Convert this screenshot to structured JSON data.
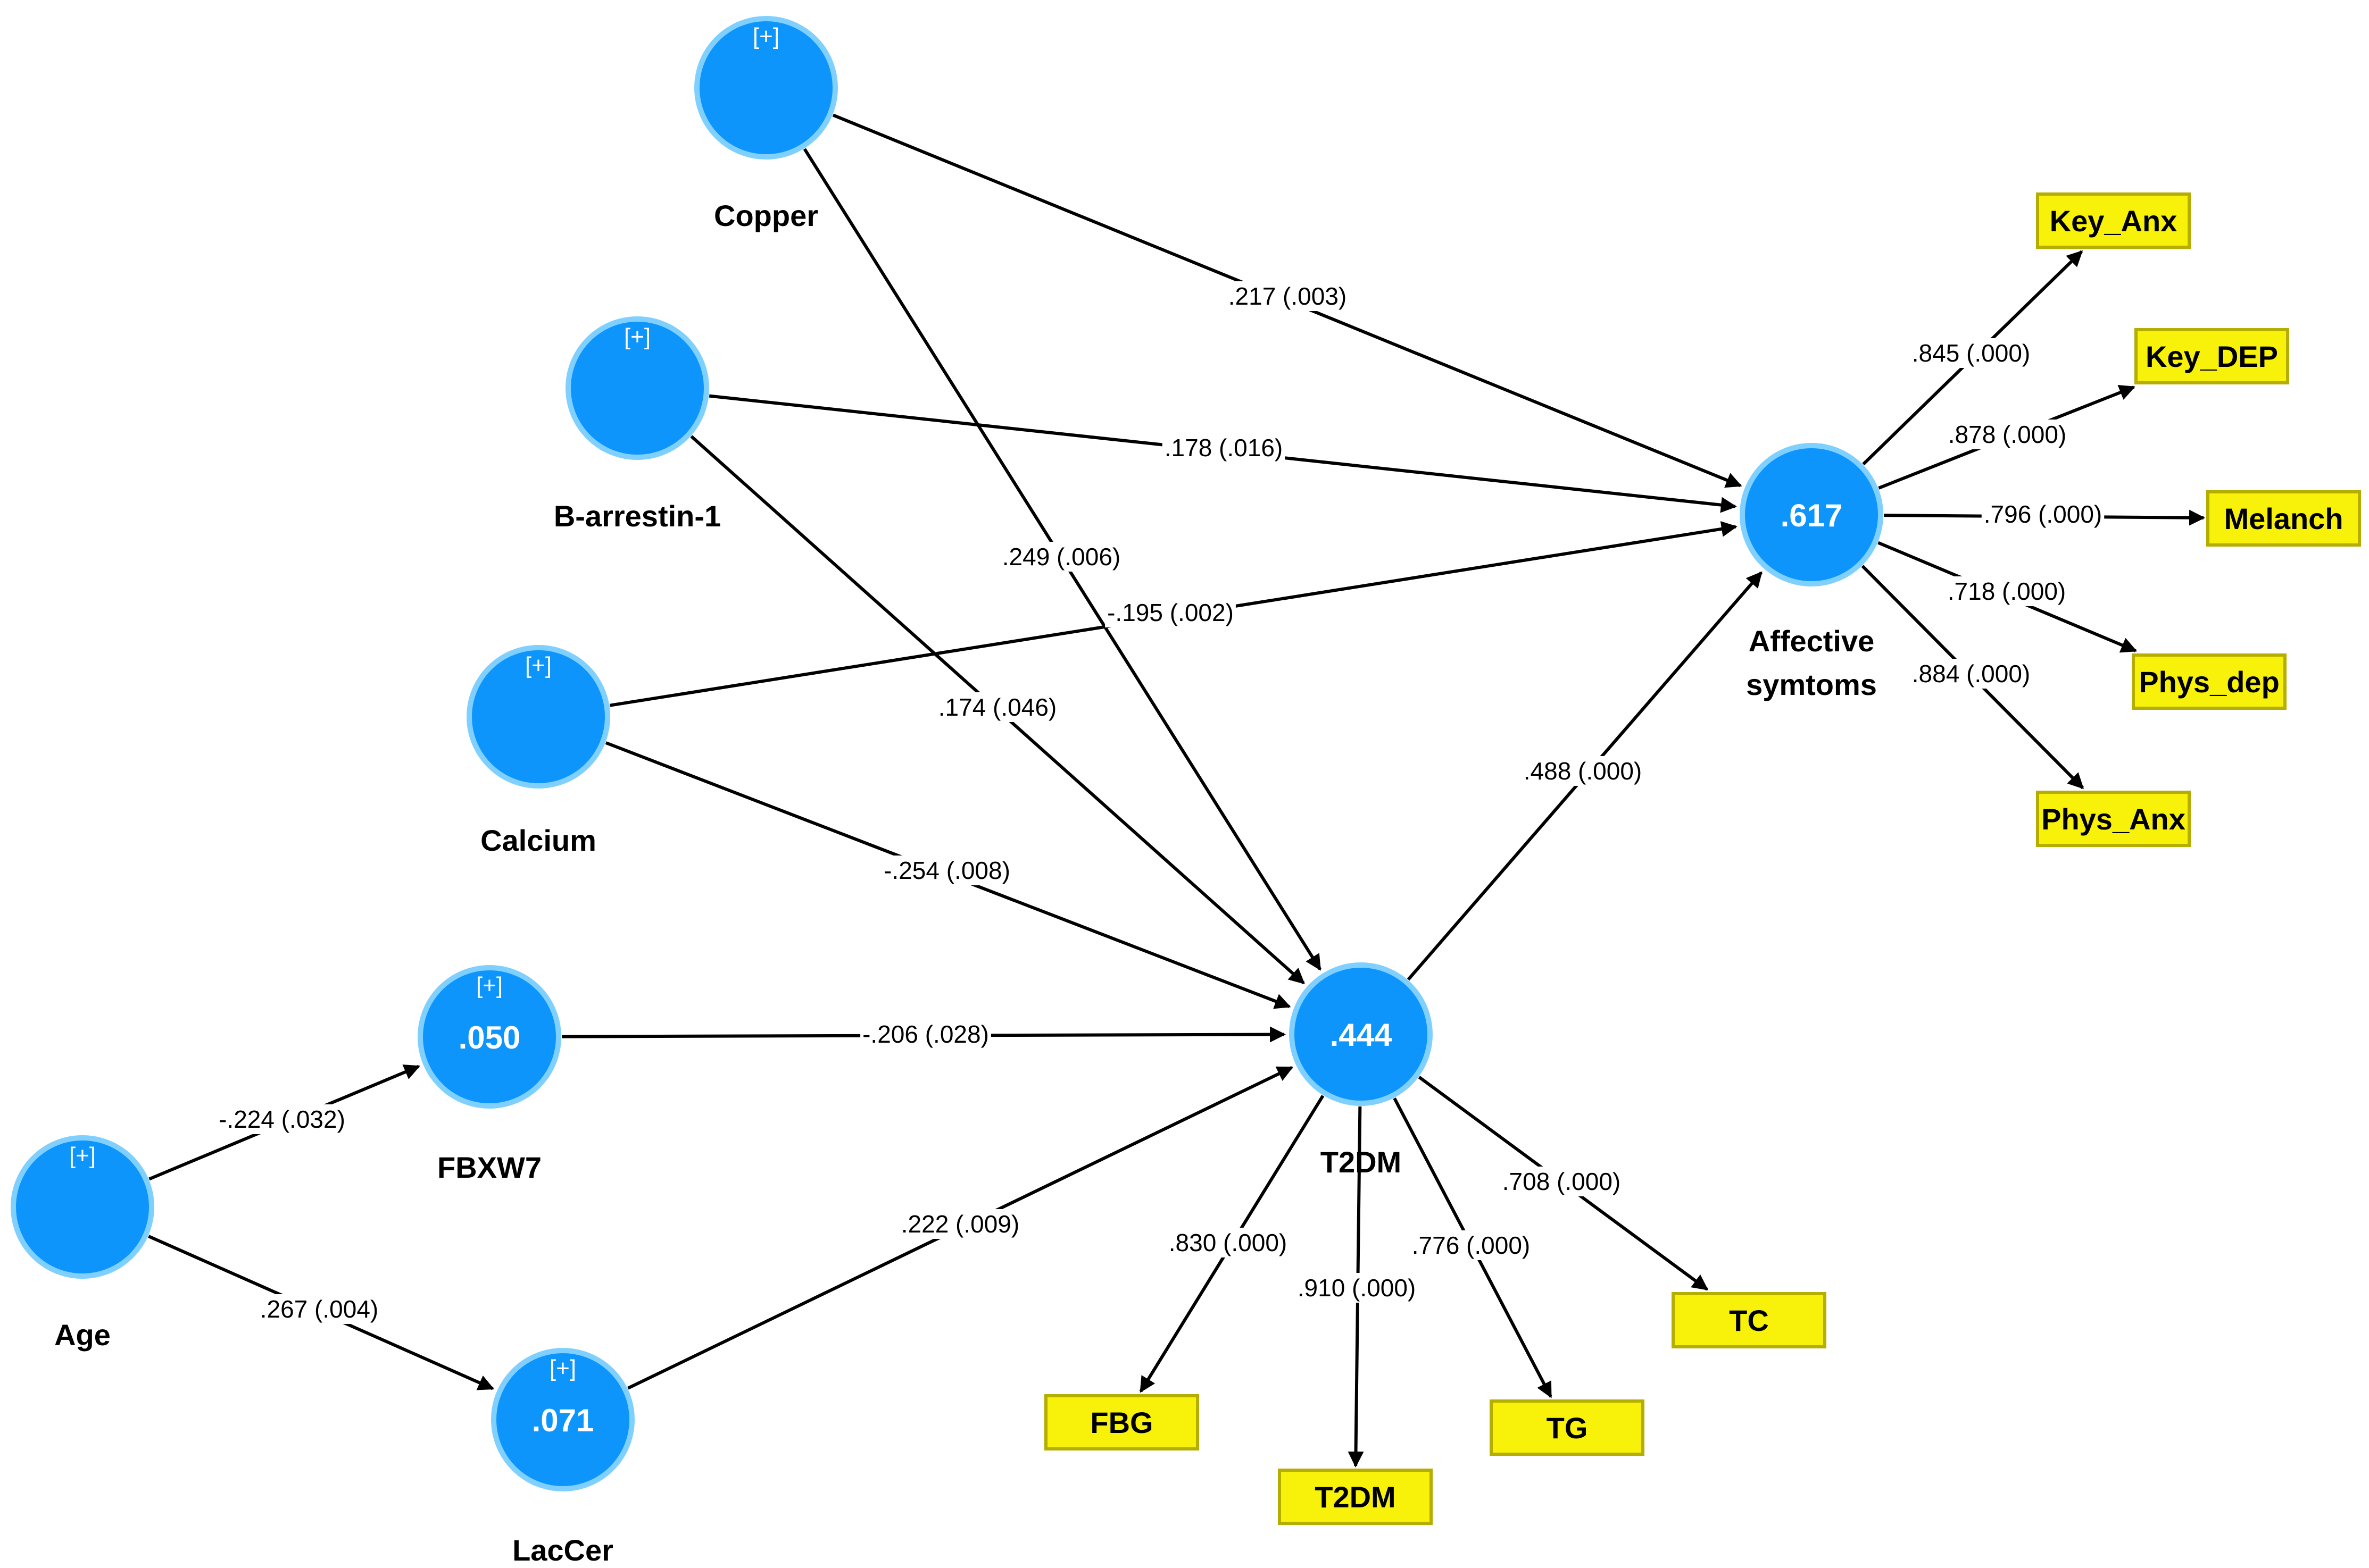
{
  "constructs": [
    {
      "id": "copper",
      "name": [
        "Copper"
      ],
      "value": "",
      "plus": "[+]"
    },
    {
      "id": "barrestin",
      "name": [
        "B-arrestin-1"
      ],
      "value": "",
      "plus": "[+]"
    },
    {
      "id": "calcium",
      "name": [
        "Calcium"
      ],
      "value": "",
      "plus": "[+]"
    },
    {
      "id": "fbxw7",
      "name": [
        "FBXW7"
      ],
      "value": ".050",
      "plus": "[+]"
    },
    {
      "id": "age",
      "name": [
        "Age"
      ],
      "value": "",
      "plus": "[+]"
    },
    {
      "id": "laccer",
      "name": [
        "LacCer"
      ],
      "value": ".071",
      "plus": "[+]"
    },
    {
      "id": "t2dm",
      "name": [
        "T2DM"
      ],
      "value": ".444",
      "plus": ""
    },
    {
      "id": "affective",
      "name": [
        "Affective",
        "symtoms"
      ],
      "value": ".617",
      "plus": ""
    }
  ],
  "indicators": [
    {
      "id": "key_anx",
      "label": "Key_Anx"
    },
    {
      "id": "key_dep",
      "label": "Key_DEP"
    },
    {
      "id": "melanch",
      "label": "Melanch"
    },
    {
      "id": "phys_dep",
      "label": "Phys_dep"
    },
    {
      "id": "phys_anx",
      "label": "Phys_Anx"
    },
    {
      "id": "fbg",
      "label": "FBG"
    },
    {
      "id": "t2dm_ind",
      "label": "T2DM"
    },
    {
      "id": "tg",
      "label": "TG"
    },
    {
      "id": "tc",
      "label": "TC"
    }
  ],
  "paths": [
    {
      "id": "copper_affective",
      "from": "copper",
      "to": "affective",
      "label": ".217 (.003)"
    },
    {
      "id": "barrestin_affective",
      "from": "barrestin",
      "to": "affective",
      "label": ".178 (.016)"
    },
    {
      "id": "calcium_affective",
      "from": "calcium",
      "to": "affective",
      "label": "-.195 (.002)"
    },
    {
      "id": "copper_t2dm",
      "from": "copper",
      "to": "t2dm",
      "label": ".249 (.006)"
    },
    {
      "id": "barrestin_t2dm",
      "from": "barrestin",
      "to": "t2dm",
      "label": ".174 (.046)"
    },
    {
      "id": "calcium_t2dm",
      "from": "calcium",
      "to": "t2dm",
      "label": "-.254 (.008)"
    },
    {
      "id": "fbxw7_t2dm",
      "from": "fbxw7",
      "to": "t2dm",
      "label": "-.206 (.028)"
    },
    {
      "id": "laccer_t2dm",
      "from": "laccer",
      "to": "t2dm",
      "label": ".222 (.009)"
    },
    {
      "id": "age_fbxw7",
      "from": "age",
      "to": "fbxw7",
      "label": "-.224 (.032)"
    },
    {
      "id": "age_laccer",
      "from": "age",
      "to": "laccer",
      "label": ".267 (.004)"
    },
    {
      "id": "t2dm_affective",
      "from": "t2dm",
      "to": "affective",
      "label": ".488 (.000)"
    },
    {
      "id": "affective_key_anx",
      "from": "affective",
      "to": "key_anx",
      "label": ".845 (.000)"
    },
    {
      "id": "affective_key_dep",
      "from": "affective",
      "to": "key_dep",
      "label": ".878 (.000)"
    },
    {
      "id": "affective_melanch",
      "from": "affective",
      "to": "melanch",
      "label": ".796 (.000)"
    },
    {
      "id": "affective_phys_dep",
      "from": "affective",
      "to": "phys_dep",
      "label": ".718 (.000)"
    },
    {
      "id": "affective_phys_anx",
      "from": "affective",
      "to": "phys_anx",
      "label": ".884 (.000)"
    },
    {
      "id": "t2dm_fbg",
      "from": "t2dm",
      "to": "fbg",
      "label": ".830 (.000)"
    },
    {
      "id": "t2dm_t2dm_ind",
      "from": "t2dm",
      "to": "t2dm_ind",
      "label": ".910 (.000)"
    },
    {
      "id": "t2dm_tg",
      "from": "t2dm",
      "to": "tg",
      "label": ".776 (.000)"
    },
    {
      "id": "t2dm_tc",
      "from": "t2dm",
      "to": "tc",
      "label": ".708 (.000)"
    }
  ]
}
